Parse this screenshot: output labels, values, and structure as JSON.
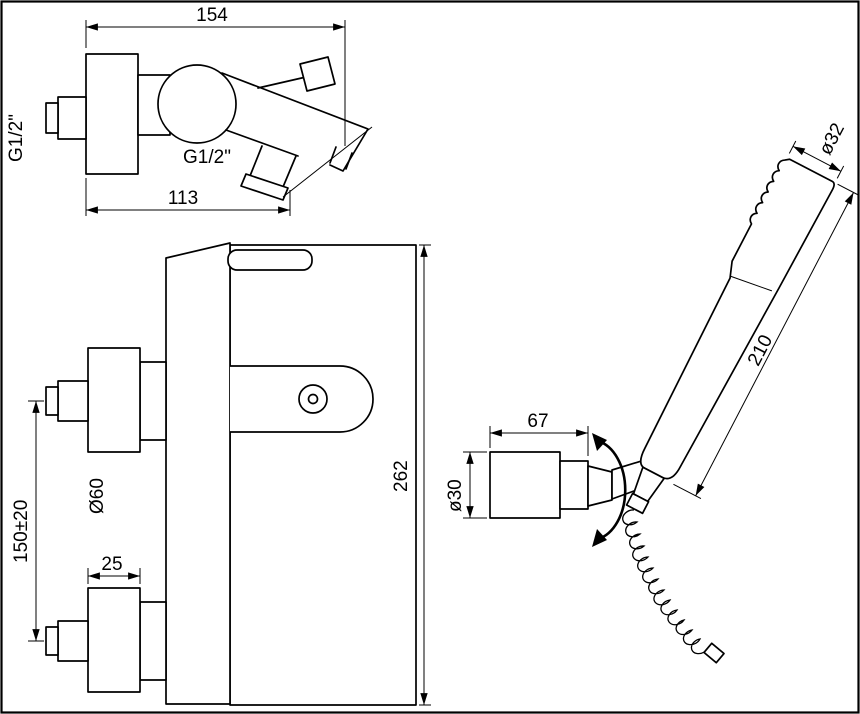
{
  "colors": {
    "line": "#000000",
    "background": "#ffffff"
  },
  "side_view": {
    "dim_width": "154",
    "dim_spout_reach": "113",
    "thread_inlet": "G1/2\"",
    "thread_spout": "G1/2\""
  },
  "front_view": {
    "dim_height": "262",
    "dim_plate_diameter": "Ø60",
    "dim_inlet_centers": "150±20",
    "dim_plate_offset": "25"
  },
  "shower_view": {
    "dim_handle_length": "210",
    "dim_head_diameter": "ø32",
    "dim_bracket_width": "67",
    "dim_bracket_diameter": "ø30"
  }
}
